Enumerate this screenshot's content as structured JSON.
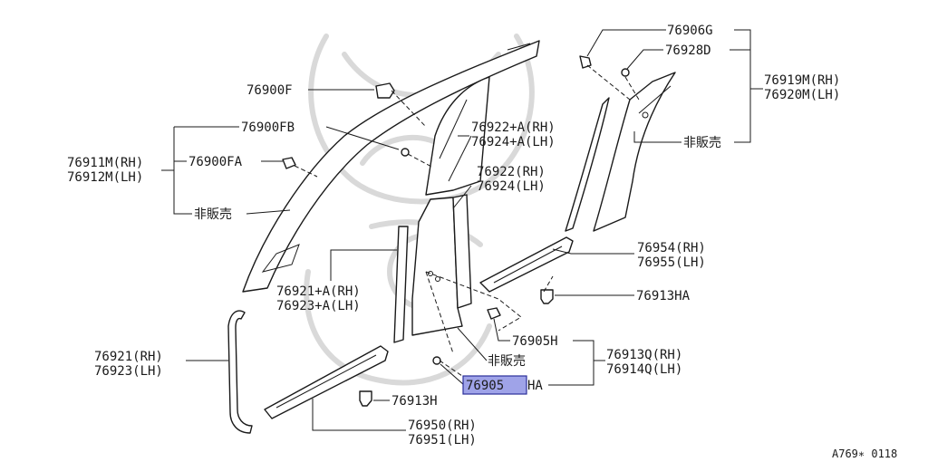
{
  "colors": {
    "ink": "#1a1a1a",
    "highlight_fill": "#9fa3e8",
    "highlight_stroke": "#2b2f9a",
    "watermark": "#d9d9d9"
  },
  "labels": {
    "p76906G": "76906G",
    "p76928D": "76928D",
    "p76919M": "76919M(RH)",
    "p76920M": "76920M(LH)",
    "p76900F": "76900F",
    "p76900FB": "76900FB",
    "p76911M": "76911M(RH)",
    "p76912M": "76912M(LH)",
    "p76900FA": "76900FA",
    "hihanbai1": "非販売",
    "p76922A": "76922+A(RH)",
    "p76924A": "76924+A(LH)",
    "hihanbai2": "非販売",
    "p76922": "76922(RH)",
    "p76924": "76924(LH)",
    "p76954": "76954(RH)",
    "p76955": "76955(LH)",
    "p76921A": "76921+A(RH)",
    "p76923A": "76923+A(LH)",
    "p76913HA": "76913HA",
    "p76905H": "76905H",
    "p76913Q": "76913Q(RH)",
    "p76914Q": "76914Q(LH)",
    "hihanbai3": "非販売",
    "p76921": "76921(RH)",
    "p76923": "76923(LH)",
    "p76905HA_hl": "76905",
    "p76905HA_tail": "HA",
    "p76913H": "76913H",
    "p76950": "76950(RH)",
    "p76951": "76951(LH)",
    "diagram_code": "A769∗ 0118"
  }
}
